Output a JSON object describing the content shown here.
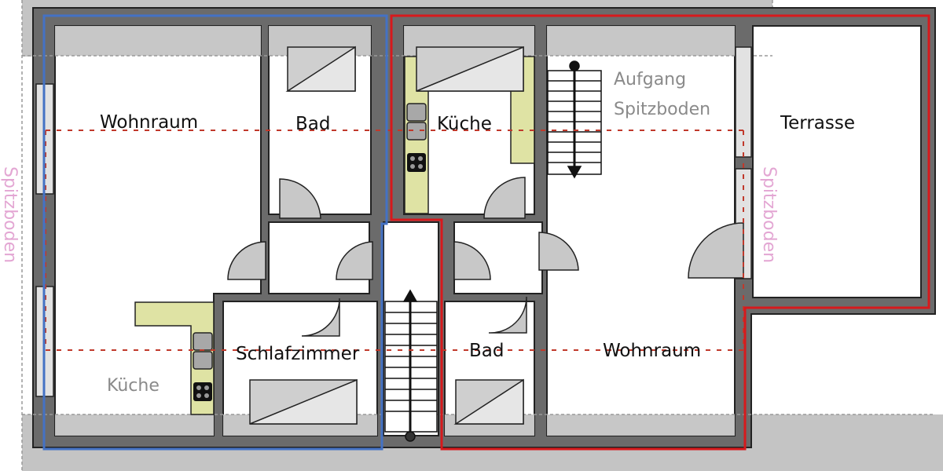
{
  "plan": {
    "type": "floor-plan",
    "colors": {
      "wall": "#6b6b6b",
      "wall_outline": "#222222",
      "roof_overlay": "#c4c4c4",
      "door": "#c8c8c8",
      "counter": "#dfe3a4",
      "window": "#e2e2e2",
      "apartment_1_line": "#4472c4",
      "apartment_2_line": "#d7191c",
      "dormer_line": "#c0392b",
      "spitzboden_text": "#e3a6d3",
      "secondary_text": "#8a8a8a"
    },
    "rooms": {
      "wohnraum_left": "Wohnraum",
      "bad_top": "Bad",
      "kueche_top": "Küche",
      "aufgang_line1": "Aufgang",
      "aufgang_line2": "Spitzboden",
      "terrasse": "Terrasse",
      "kueche_left": "Küche",
      "schlafzimmer": "Schlafzimmer",
      "bad_bottom": "Bad",
      "wohnraum_right": "Wohnraum"
    },
    "side_labels": {
      "left": "Spitzboden",
      "right": "Spitzboden"
    },
    "stairs": {
      "upper_direction": "down",
      "lower_direction": "up"
    }
  }
}
